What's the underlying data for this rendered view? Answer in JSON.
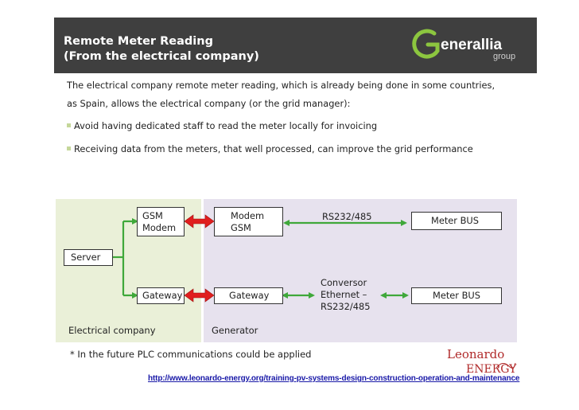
{
  "header": {
    "title_line1": "Remote Meter Reading",
    "title_line2": "(From the electrical company)",
    "logo_text_main": "enerallia",
    "logo_text_sub": "group",
    "bg_color": "#3f3f3f"
  },
  "intro": {
    "line1": "The electrical company remote meter reading, which is already being done in some countries,",
    "line2": "as Spain, allows the electrical company (or the grid manager):"
  },
  "bullets": [
    "Avoid having dedicated staff to read the meter locally for invoicing",
    "Receiving data from the meters, that well processed, can improve the grid performance"
  ],
  "diagram": {
    "panels": {
      "electrical": "Electrical company",
      "generator": "Generator"
    },
    "nodes": {
      "server": "Server",
      "gsm_modem_l1": "GSM",
      "gsm_modem_l2": "Modem",
      "gateway_left": "Gateway",
      "modem_gsm_l1": "Modem",
      "modem_gsm_l2": "GSM",
      "gateway_right": "Gateway",
      "rs232_label": "RS232/485",
      "conversor_l1": "Conversor",
      "conversor_l2": "Ethernet –",
      "conversor_l3": "RS232/485",
      "meter_bus_top": "Meter BUS",
      "meter_bus_bottom": "Meter BUS"
    },
    "colors": {
      "line_green": "#3fa83a",
      "arrow_red": "#e01e1e",
      "panel_electrical": "#eaf0d8",
      "panel_generator": "#e7e2ee"
    }
  },
  "footnote": "* In the future PLC communications could be applied",
  "link": "http://www.leonardo-energy.org/training-pv-systems-design-construction-operation-and-maintenance",
  "leonardo_logo": {
    "line1": "Leonardo",
    "line2": "ENERGY"
  }
}
